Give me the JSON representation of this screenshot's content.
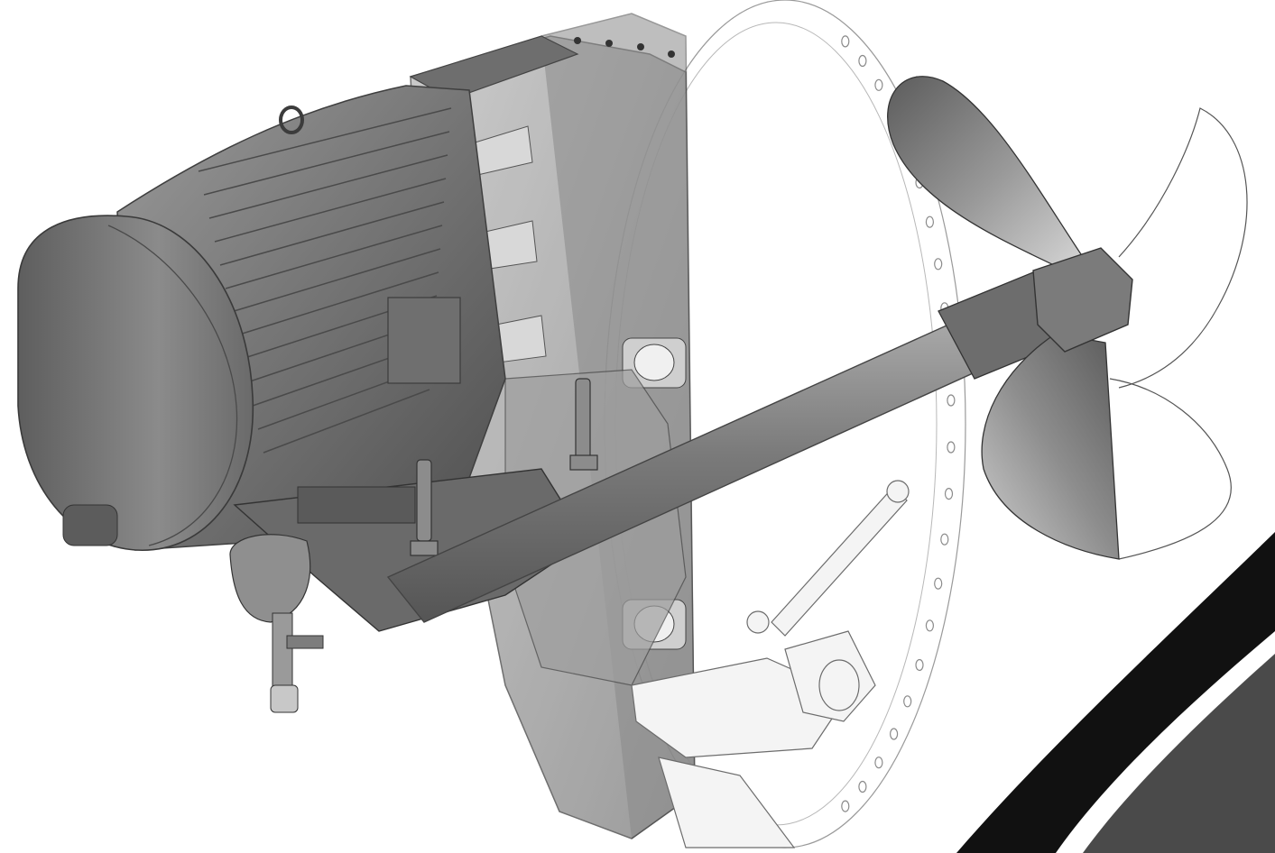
{
  "figure": {
    "kind": "technical-cutaway-illustration",
    "render_style": "grayscale-shaded-with-transparent-housing",
    "components": {
      "motor": {
        "icon": "electric-motor-icon"
      },
      "gearbox": {
        "icon": "gearbox-icon"
      },
      "tank_flange": {
        "icon": "flange-icon"
      },
      "shaft": {
        "icon": "shaft-icon"
      },
      "propeller": {
        "icon": "propeller-icon",
        "blade_count": 3
      },
      "mechanical_seal": {
        "icon": "seal-icon"
      },
      "lubricator": {
        "icon": "oil-reservoir-icon"
      },
      "tilt_mechanism": {
        "icon": "linkage-icon"
      },
      "corner_swoosh": {
        "icon": "decorative-swoosh-icon"
      }
    },
    "colors": {
      "background": "#ffffff",
      "housing_dark": "#5a5a5a",
      "housing_mid": "#7c7c7c",
      "housing_light": "#a6a6a6",
      "line_art": "#8d8d8d",
      "swoosh_black": "#111111",
      "swoosh_gray": "#4a4a4a"
    }
  }
}
